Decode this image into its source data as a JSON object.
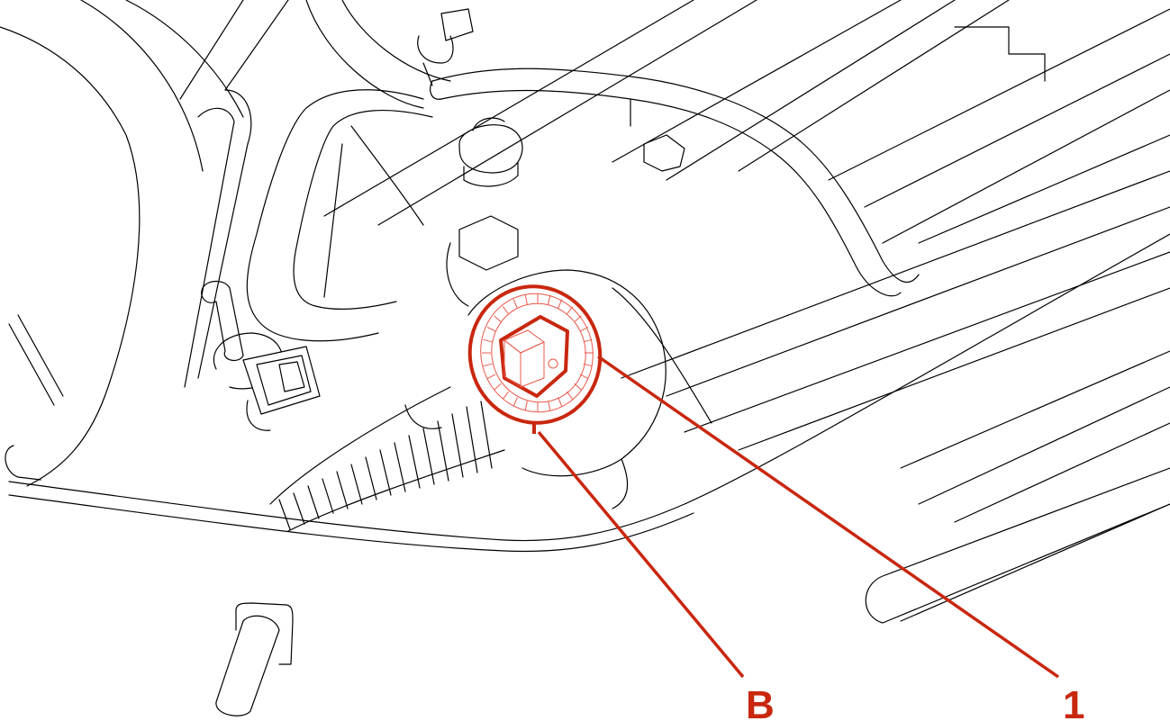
{
  "callouts": [
    {
      "id": "B",
      "label": "B"
    },
    {
      "id": "1",
      "label": "1"
    }
  ],
  "colors": {
    "line_art": "#000000",
    "highlight": "#c9270e",
    "highlight_light": "#e8584a",
    "background": "#ffffff"
  }
}
